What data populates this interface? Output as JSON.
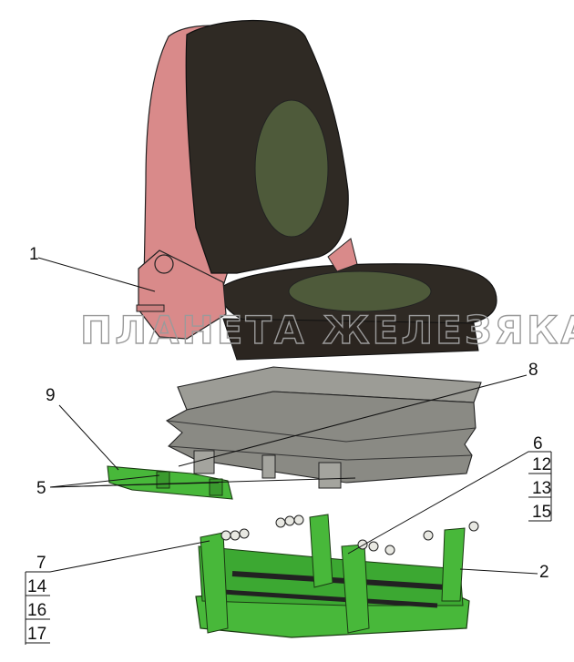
{
  "watermark": "ПЛАНЕТА ЖЕЛЕЗЯКА",
  "callouts": {
    "c1": "1",
    "c2": "2",
    "c5": "5",
    "c6": "6",
    "c7": "7",
    "c8": "8",
    "c9": "9",
    "c12": "12",
    "c13": "13",
    "c14": "14",
    "c15": "15",
    "c16": "16",
    "c17": "17"
  },
  "colors": {
    "seat_frame": "#d98a8a",
    "upholstery": "#2f2a24",
    "cushion_inset": "#4e5a3a",
    "bellows": "#8a8a84",
    "suspension": "#48b83a"
  }
}
